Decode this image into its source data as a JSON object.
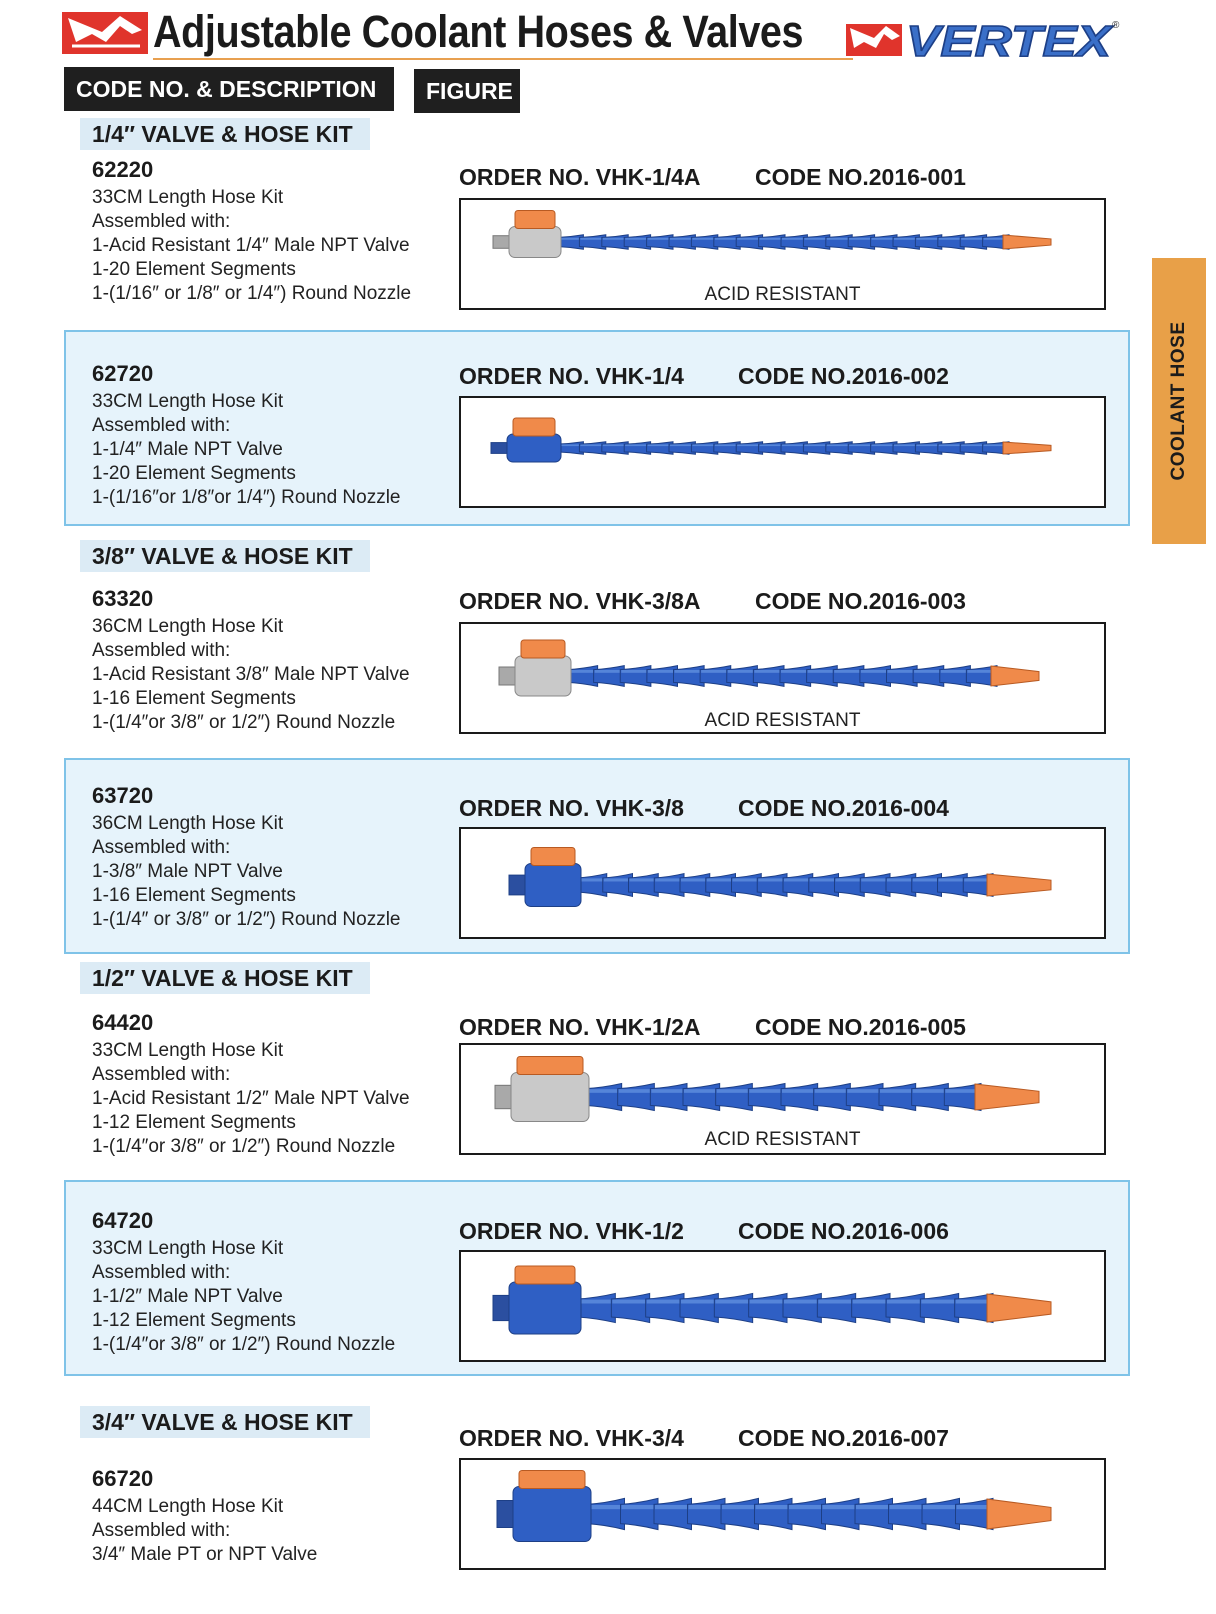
{
  "header": {
    "title": "Adjustable Coolant Hoses & Valves",
    "brand": "VERTEX",
    "tab_code": "CODE NO. & DESCRIPTION",
    "tab_figure": "FIGURE"
  },
  "side_tab": "COOLANT  HOSE",
  "sections": {
    "s1": "1/4″ VALVE & HOSE KIT",
    "s2": "3/8″ VALVE & HOSE KIT",
    "s3": "1/2″ VALVE & HOSE KIT",
    "s4": "3/4″ VALVE & HOSE KIT"
  },
  "items": [
    {
      "code": "62220",
      "lines": [
        "33CM Length Hose Kit",
        "Assembled with:",
        "1-Acid Resistant 1/4″ Male NPT Valve",
        "1-20 Element Segments",
        "1-(1/16″ or 1/8″ or 1/4″) Round Nozzle"
      ],
      "order_no": "ORDER NO. VHK-1/4A",
      "code_no": "CODE NO.2016-001",
      "caption": "ACID RESISTANT"
    },
    {
      "code": "62720",
      "lines": [
        "33CM Length Hose Kit",
        "Assembled with:",
        "1-1/4″ Male NPT Valve",
        "1-20 Element Segments",
        "1-(1/16″or 1/8″or 1/4″) Round Nozzle"
      ],
      "order_no": "ORDER NO. VHK-1/4",
      "code_no": "CODE NO.2016-002"
    },
    {
      "code": "63320",
      "lines": [
        "36CM Length Hose Kit",
        "Assembled with:",
        "1-Acid Resistant 3/8″ Male NPT Valve",
        "1-16 Element Segments",
        "1-(1/4″or 3/8″ or 1/2″) Round Nozzle"
      ],
      "order_no": "ORDER NO. VHK-3/8A",
      "code_no": "CODE NO.2016-003",
      "caption": "ACID RESISTANT"
    },
    {
      "code": "63720",
      "lines": [
        "36CM Length Hose Kit",
        "Assembled with:",
        "1-3/8″ Male NPT Valve",
        "1-16 Element Segments",
        "1-(1/4″ or 3/8″ or 1/2″) Round Nozzle"
      ],
      "order_no": "ORDER NO. VHK-3/8",
      "code_no": "CODE NO.2016-004"
    },
    {
      "code": "64420",
      "lines": [
        "33CM Length Hose Kit",
        "Assembled with:",
        "1-Acid Resistant 1/2″ Male NPT Valve",
        "1-12 Element Segments",
        "1-(1/4″or 3/8″ or 1/2″) Round Nozzle"
      ],
      "order_no": "ORDER NO. VHK-1/2A",
      "code_no": "CODE NO.2016-005",
      "caption": "ACID RESISTANT"
    },
    {
      "code": "64720",
      "lines": [
        "33CM Length Hose Kit",
        "Assembled with:",
        "1-1/2″ Male NPT Valve",
        "1-12 Element Segments",
        "1-(1/4″or 3/8″ or 1/2″) Round Nozzle"
      ],
      "order_no": "ORDER NO. VHK-1/2",
      "code_no": "CODE NO.2016-006"
    },
    {
      "code": "66720",
      "lines": [
        "44CM Length Hose Kit",
        "Assembled with:",
        "3/4″ Male PT or NPT Valve"
      ],
      "order_no": "ORDER NO. VHK-3/4",
      "code_no": "CODE NO.2016-007"
    }
  ],
  "colors": {
    "hose_blue": "#2f5fc4",
    "valve_orange": "#f08a4a",
    "panel_bg": "#e6f3fb",
    "panel_border": "#7fc3e8",
    "accent_orange": "#e8a048"
  }
}
